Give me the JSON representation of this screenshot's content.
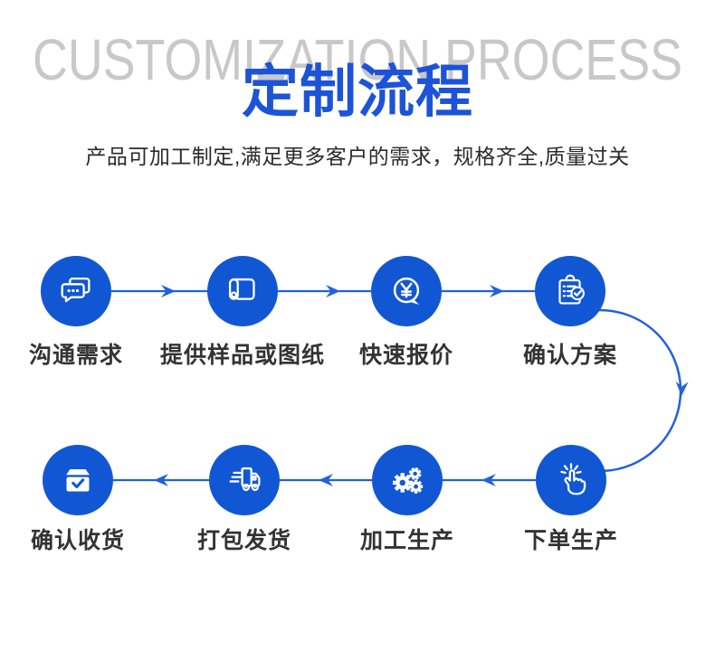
{
  "header": {
    "en_title": "CUSTOMIZATION PROCESS",
    "title": "定制流程",
    "subtitle": "产品可加工制定,满足更多客户的需求，规格齐全,质量过关"
  },
  "colors": {
    "circle_blue": "#1157d4",
    "line_blue": "#2161de",
    "title_blue": "#1c53d8",
    "en_title_gray": "#c8c8c8",
    "label_dark": "#333333",
    "subtitle_dark": "#2b2b2b",
    "icon_white": "#ffffff"
  },
  "steps": [
    {
      "label": "沟通需求",
      "icon": "chat-icon"
    },
    {
      "label": "提供样品或图纸",
      "icon": "blueprint-icon"
    },
    {
      "label": "快速报价",
      "icon": "price-quote-icon"
    },
    {
      "label": "确认方案",
      "icon": "clipboard-check-icon"
    },
    {
      "label": "下单生产",
      "icon": "click-order-icon"
    },
    {
      "label": "加工生产",
      "icon": "gears-icon"
    },
    {
      "label": "打包发货",
      "icon": "truck-icon"
    },
    {
      "label": "确认收货",
      "icon": "box-check-icon"
    }
  ],
  "flow": {
    "row1_direction": "left-to-right",
    "row2_direction": "right-to-left",
    "connector": "curved-arrow-right-side"
  }
}
